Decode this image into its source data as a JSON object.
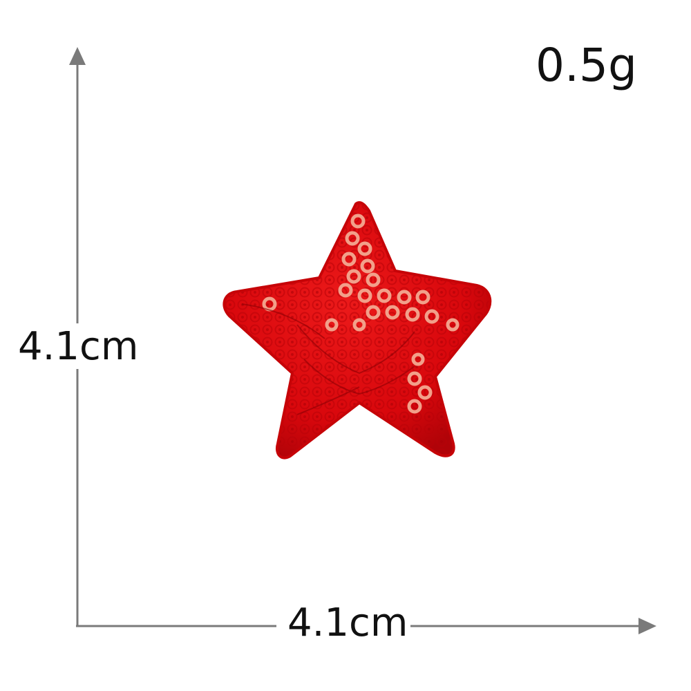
{
  "product": {
    "name_icon": "red-sequin-star-patch",
    "weight": "0.5g",
    "height": "4.1cm",
    "width": "4.1cm"
  },
  "colors": {
    "background": "#ffffff",
    "arrow": "#7a7a7a",
    "text": "#111111",
    "star_base": "#d8070c",
    "star_dark": "#a80006",
    "sequin_highlight": "#f2a08a"
  }
}
